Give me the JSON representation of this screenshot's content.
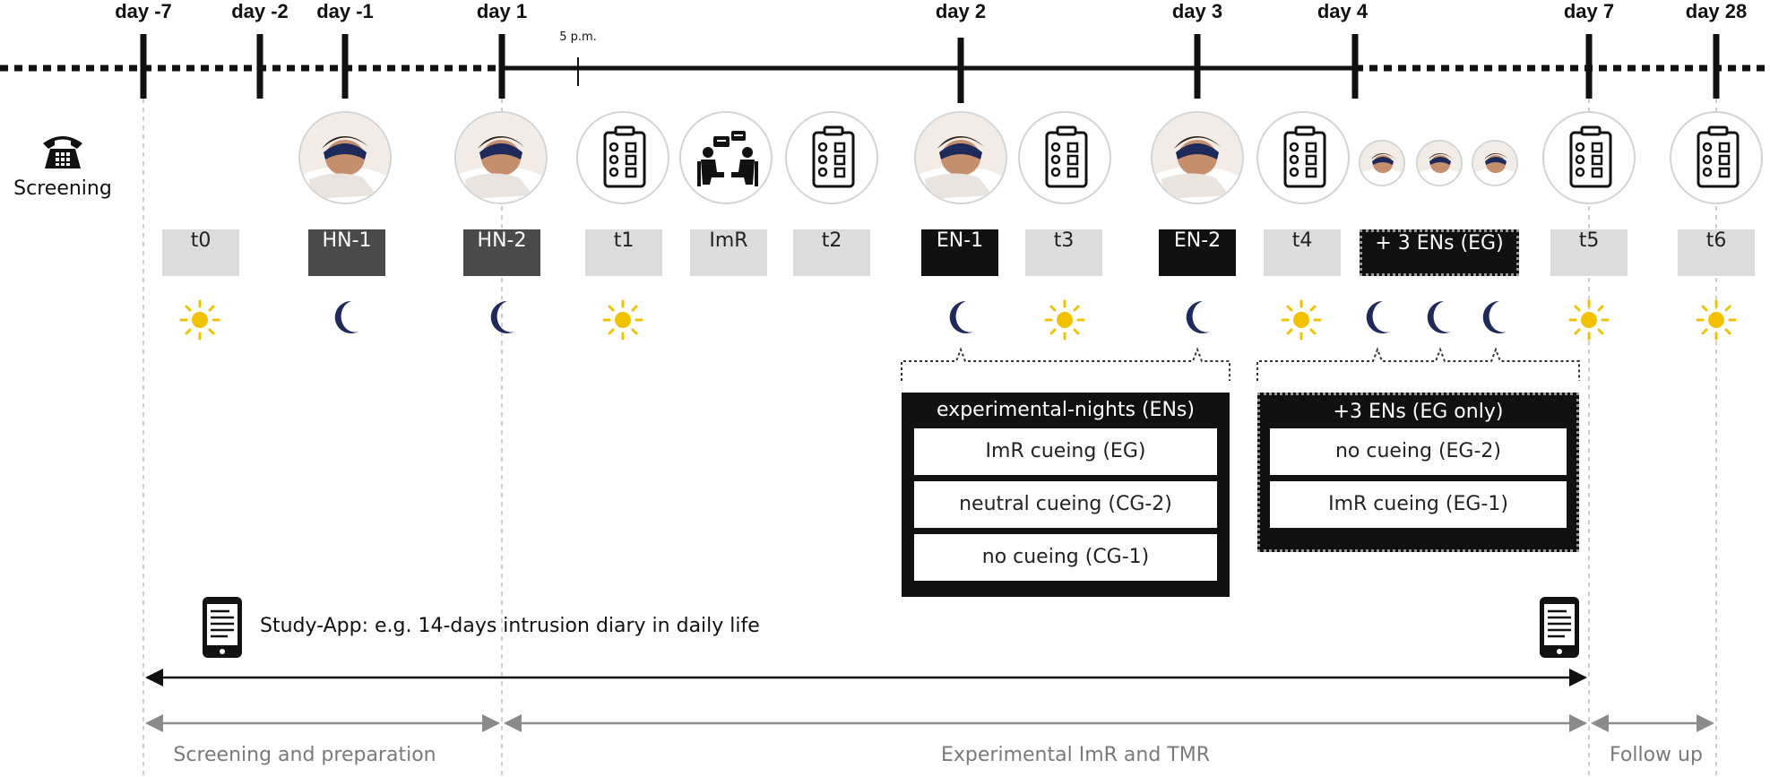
{
  "timeline": {
    "days": [
      "day -7",
      "day -2",
      "day -1",
      "day 1",
      "day 2",
      "day 3",
      "day 4",
      "day 7",
      "day 28"
    ],
    "time_note": "5 p.m."
  },
  "screening": {
    "label": "Screening",
    "icon": "telephone-icon"
  },
  "steps": [
    "t0",
    "HN-1",
    "HN-2",
    "t1",
    "ImR",
    "t2",
    "EN-1",
    "t3",
    "EN-2",
    "t4",
    "+ 3 ENs (EG)",
    "t5",
    "t6"
  ],
  "icons": {
    "sun": "sun-icon",
    "moon": "moon-icon",
    "sleep": "sleeping-person-icon",
    "questionnaire": "questionnaire-icon",
    "therapy": "therapy-session-icon",
    "phone": "smartphone-icon"
  },
  "en_panel": {
    "title": "experimental-nights (ENs)",
    "rows": [
      "ImR cueing (EG)",
      "neutral cueing (CG-2)",
      "no cueing (CG-1)"
    ]
  },
  "extra_panel": {
    "title": "+3 ENs (EG only)",
    "rows": [
      "no cueing (EG-2)",
      "ImR cueing (EG-1)"
    ]
  },
  "study_app": {
    "label": "Study-App: e.g. 14-days intrusion diary in daily life"
  },
  "phases": [
    "Screening and preparation",
    "Experimental ImR and TMR",
    "Follow up"
  ],
  "colors": {
    "moon": "#1f2a5c",
    "sun": "#f2c200",
    "dark": "#111111",
    "hn": "#4a4a4a",
    "test": "#dcdcdc",
    "phase": "#8a8a8a"
  }
}
